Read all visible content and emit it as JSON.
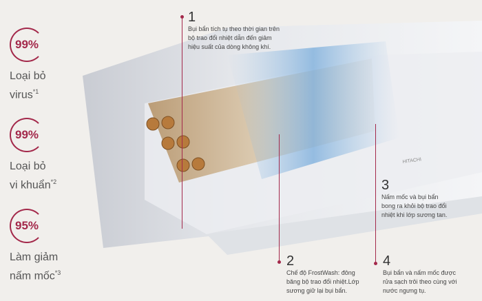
{
  "accent_color": "#a3284a",
  "stats": [
    {
      "value": "99%",
      "label_line1": "Loại bỏ",
      "label_line2": "virus",
      "note": "*1"
    },
    {
      "value": "99%",
      "label_line1": "Loại bỏ",
      "label_line2": "vi khuẩn",
      "note": "*2"
    },
    {
      "value": "95%",
      "label_line1": "Làm giảm",
      "label_line2": "nấm mốc",
      "note": "*3"
    }
  ],
  "brand": "HITACHI",
  "callouts": [
    {
      "number": "1",
      "text": "Bụi bẩn tích tụ theo thời gian trên bộ trao đổi nhiệt dẫn đến giảm hiệu suất của dòng không khí."
    },
    {
      "number": "2",
      "text": "Chế độ FrostWash: đông băng bộ trao đổi nhiệt.Lớp sương giữ lại bụi bẩn."
    },
    {
      "number": "3",
      "text": "Nấm mốc và bụi bẩn bong ra khỏi bộ trao đổi nhiệt khi lớp sương tan."
    },
    {
      "number": "4",
      "text": "Bụi bẩn và nấm mốc được rửa sạch trôi theo cùng với nước ngưng tụ."
    }
  ]
}
